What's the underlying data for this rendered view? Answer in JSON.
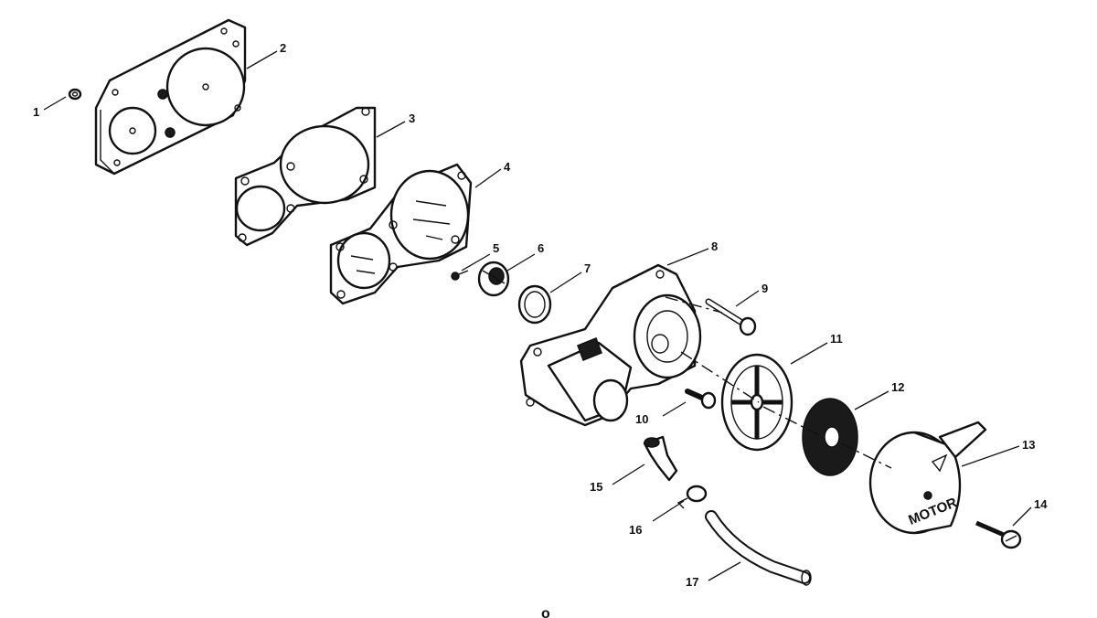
{
  "callouts": {
    "c1": "1",
    "c2": "2",
    "c3": "3",
    "c4": "4",
    "c5": "5",
    "c6": "6",
    "c7": "7",
    "c8": "8",
    "c9": "9",
    "c10": "10",
    "c11": "11",
    "c12": "12",
    "c13": "13",
    "c14": "14",
    "c15": "15",
    "c16": "16",
    "c17": "17"
  },
  "cover_lettering": "MOTOR",
  "page_marker": "o"
}
